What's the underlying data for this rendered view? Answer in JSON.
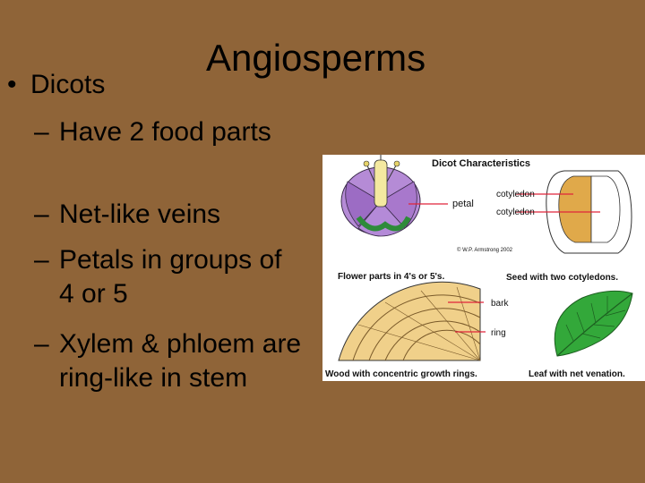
{
  "slide": {
    "title": "Angiosperms",
    "bullet_level1": "Dicots",
    "bullet_marker": "•",
    "dash_marker": "–",
    "sub_bullets": [
      "Have 2 food parts",
      "Net-like veins",
      "Petals in groups of 4 or 5",
      "Xylem & phloem are ring-like in stem"
    ]
  },
  "figure": {
    "title": "Dicot Characteristics",
    "petal_label": "petal",
    "cotyledon_label_1": "cotyledon",
    "cotyledon_label_2": "cotyledon",
    "copyright": "© W.P. Armstrong 2002",
    "flower_caption": "Flower parts in 4's or 5's.",
    "seed_caption": "Seed with two cotyledons.",
    "bark_label": "bark",
    "ring_label": "ring",
    "wood_caption": "Wood with concentric growth rings.",
    "leaf_caption": "Leaf with net venation."
  },
  "colors": {
    "background": "#8f6438",
    "text": "#000000",
    "pointer_line": "#e0243a",
    "petal": "#a678c8",
    "leaf": "#2f9e35",
    "wood": "#e7c27a",
    "cotyledon": "#e0a94a"
  }
}
